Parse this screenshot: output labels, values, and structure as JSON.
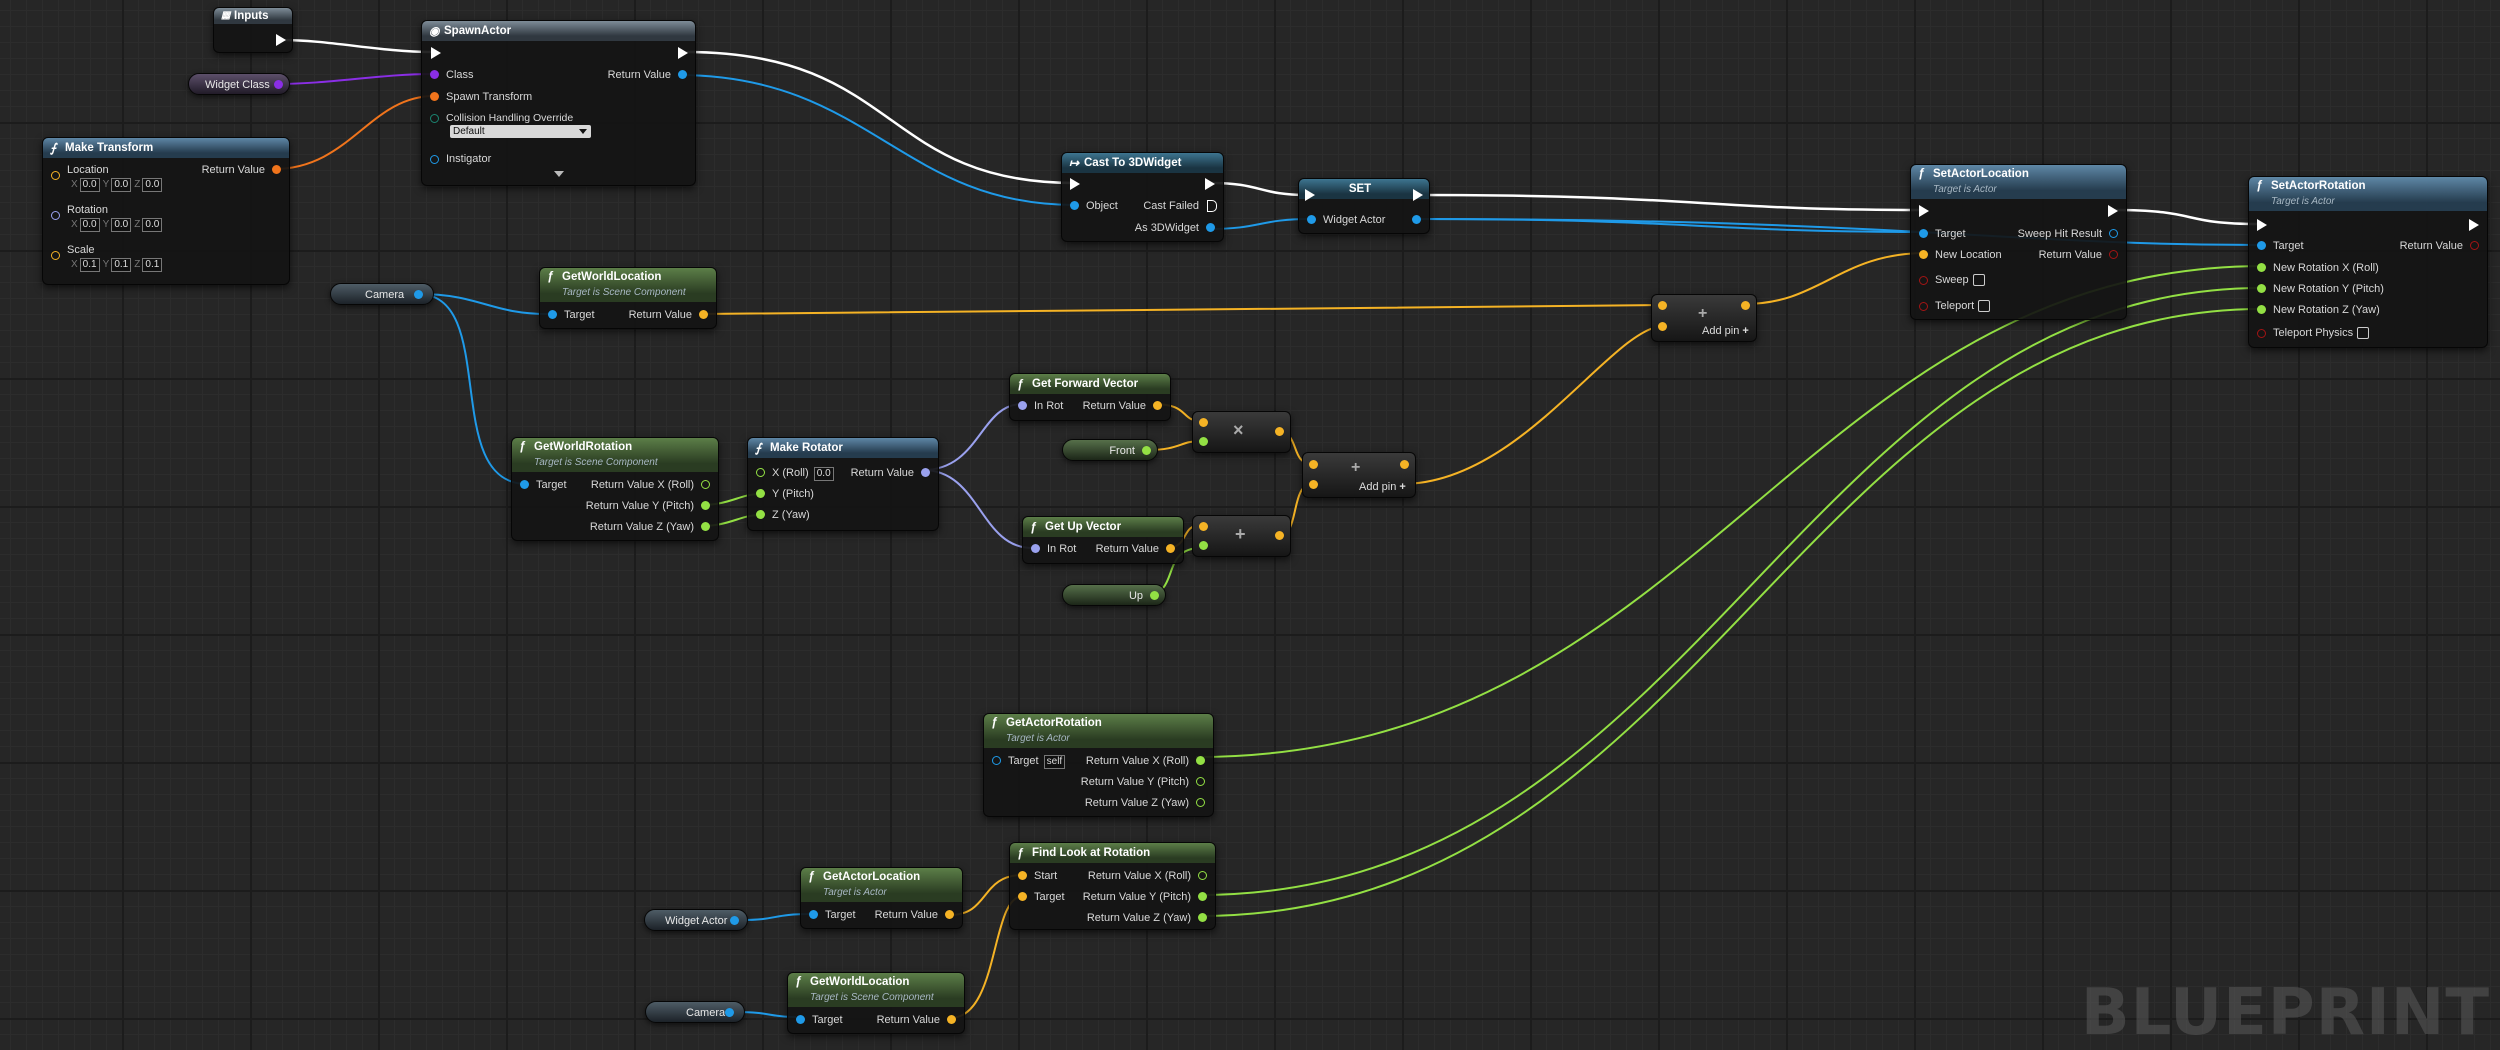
{
  "colors": {
    "exec": "#ffffff",
    "object": "#1f9ae8",
    "vector": "#f5b325",
    "float": "#93e044",
    "rotator": "#9aa1ee",
    "class": "#8a2ee5",
    "transform": "#f0741c",
    "enum": "#1b8571",
    "bool": "#a31414"
  },
  "nodes": {
    "inputs": {
      "title": "Inputs"
    },
    "spawn_actor": {
      "title": "SpawnActor",
      "class": "Class",
      "return_value": "Return Value",
      "spawn_transform": "Spawn Transform",
      "collision": "Collision Handling Override",
      "collision_value": "Default",
      "instigator": "Instigator"
    },
    "widget_class_var": {
      "label": "Widget Class"
    },
    "make_transform": {
      "title": "Make Transform",
      "location": "Location",
      "rotation": "Rotation",
      "scale": "Scale",
      "return_value": "Return Value",
      "location_vals": [
        "0.0",
        "0.0",
        "0.0"
      ],
      "rotation_vals": [
        "0.0",
        "0.0",
        "0.0"
      ],
      "scale_vals": [
        "0.1",
        "0.1",
        "0.1"
      ],
      "axes": [
        "X",
        "Y",
        "Z"
      ]
    },
    "cast": {
      "title": "Cast To 3DWidget",
      "object": "Object",
      "cast_failed": "Cast Failed",
      "as_widget": "As 3DWidget"
    },
    "set": {
      "title": "SET",
      "widget_actor": "Widget Actor"
    },
    "set_actor_location": {
      "title": "SetActorLocation",
      "subtitle": "Target is Actor",
      "target": "Target",
      "sweep_hit": "Sweep Hit Result",
      "new_location": "New Location",
      "return_value": "Return Value",
      "sweep": "Sweep",
      "teleport": "Teleport"
    },
    "set_actor_rotation": {
      "title": "SetActorRotation",
      "subtitle": "Target is Actor",
      "target": "Target",
      "return_value": "Return Value",
      "rx": "New Rotation X (Roll)",
      "ry": "New Rotation Y (Pitch)",
      "rz": "New Rotation Z (Yaw)",
      "teleport_physics": "Teleport Physics"
    },
    "camera_var_1": {
      "label": "Camera"
    },
    "get_world_location_1": {
      "title": "GetWorldLocation",
      "subtitle": "Target is Scene Component",
      "target": "Target",
      "return_value": "Return Value"
    },
    "add_top": {
      "add_pin": "Add pin"
    },
    "get_world_rotation": {
      "title": "GetWorldRotation",
      "subtitle": "Target is Scene Component",
      "target": "Target",
      "rx": "Return Value X (Roll)",
      "ry": "Return Value Y (Pitch)",
      "rz": "Return Value Z (Yaw)"
    },
    "make_rotator": {
      "title": "Make Rotator",
      "x": "X (Roll)",
      "x_val": "0.0",
      "y": "Y (Pitch)",
      "z": "Z (Yaw)",
      "return_value": "Return Value"
    },
    "get_forward_vector": {
      "title": "Get Forward Vector",
      "in_rot": "In Rot",
      "return_value": "Return Value"
    },
    "front_var": {
      "label": "Front"
    },
    "mult": {
      "symbol": "×"
    },
    "add_mid": {
      "symbol": "+",
      "add_pin": "Add pin"
    },
    "get_up_vector": {
      "title": "Get Up Vector",
      "in_rot": "In Rot",
      "return_value": "Return Value"
    },
    "add_up": {
      "symbol": "+"
    },
    "up_var": {
      "label": "Up"
    },
    "get_actor_rotation": {
      "title": "GetActorRotation",
      "subtitle": "Target is Actor",
      "target": "Target",
      "target_val": "self",
      "rx": "Return Value X (Roll)",
      "ry": "Return Value Y (Pitch)",
      "rz": "Return Value Z (Yaw)"
    },
    "find_look_at": {
      "title": "Find Look at Rotation",
      "start": "Start",
      "target": "Target",
      "rx": "Return Value X (Roll)",
      "ry": "Return Value Y (Pitch)",
      "rz": "Return Value Z (Yaw)"
    },
    "get_actor_location": {
      "title": "GetActorLocation",
      "subtitle": "Target is Actor",
      "target": "Target",
      "return_value": "Return Value"
    },
    "widget_actor_var": {
      "label": "Widget Actor"
    },
    "get_world_location_2": {
      "title": "GetWorldLocation",
      "subtitle": "Target is Scene Component",
      "target": "Target",
      "return_value": "Return Value"
    },
    "camera_var_2": {
      "label": "Camera"
    }
  },
  "watermark": "BLUEPRINT"
}
